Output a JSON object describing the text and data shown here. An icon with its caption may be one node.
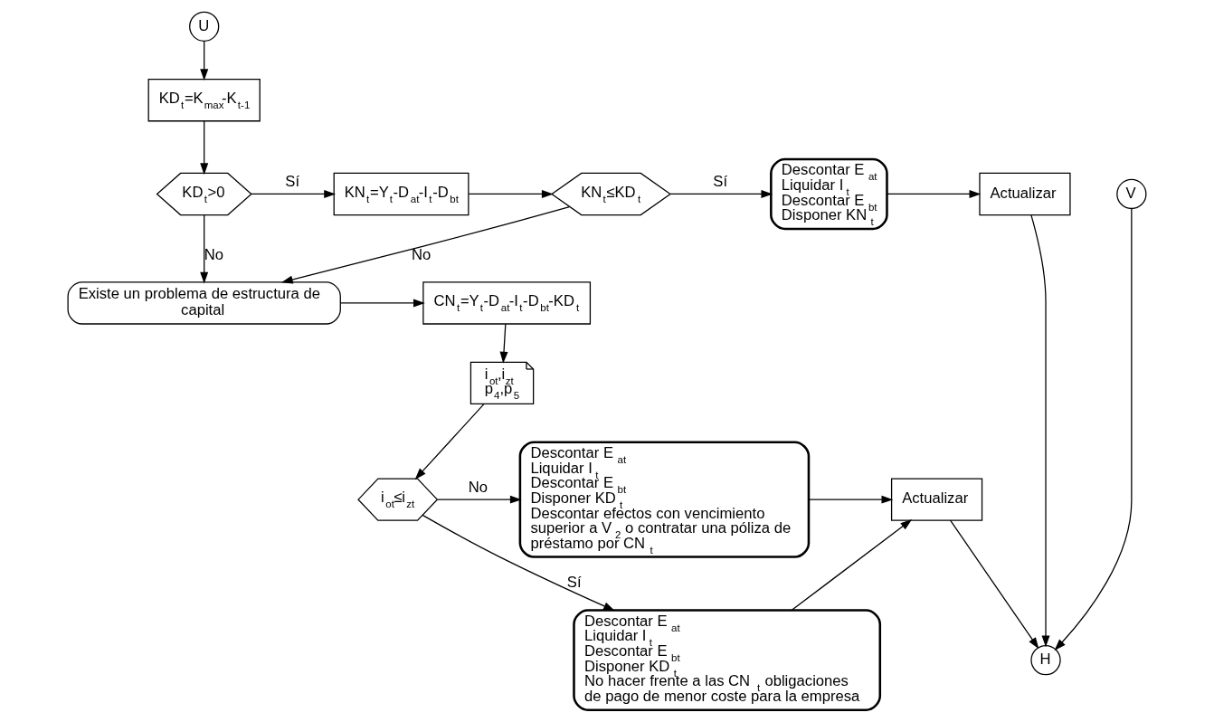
{
  "diagram": {
    "nodes": [
      {
        "text": [
          "U"
        ]
      },
      {
        "text": [
          "KD$_{t}$=K$_{max}$-K$_{t-1}$"
        ]
      },
      {
        "text": [
          "KD$_{t}$>0"
        ]
      },
      {
        "text": [
          "KN$_{t}$=Y$_{t}$-D$_{at}$-I$_{t}$-D$_{bt}$"
        ]
      },
      {
        "text": [
          "KN$_{t}$≤KD$_{t}$"
        ]
      },
      {
        "text": [
          "Descontar E$_{at}$",
          "Liquidar I$_{t}$",
          "Descontar E$_{bt}$",
          "Disponer KN$_{t}$"
        ]
      },
      {
        "text": [
          "Actualizar"
        ]
      },
      {
        "text": [
          "V"
        ]
      },
      {
        "text": [
          "Existe un problema de estructura de capital"
        ]
      },
      {
        "text": [
          "CN$_{t}$=Y$_{t}$-D$_{at}$-I$_{t}$-D$_{bt}$-KD$_{t}$"
        ]
      },
      {
        "text": [
          "i$_{ot}$,i$_{zt}$ p$_{4}$,p$_{5}$"
        ]
      },
      {
        "text": [
          "i$_{ot}$≤i$_{zt}$"
        ]
      },
      {
        "text": [
          "Descontar E$_{at}$",
          "Liquidar I$_{t}$",
          "Descontar E$_{bt}$",
          "Disponer KD$_{t}$",
          "Descontar efectos con vencimiento superior a V$_{2}$ o contratar una póliza de préstamo por CN$_{t}$"
        ]
      },
      {
        "text": [
          "Actualizar"
        ]
      },
      {
        "text": [
          "Descontar E$_{at}$",
          "Liquidar I$_{t}$",
          "Descontar E$_{bt}$",
          "Disponer KD$_{t}$",
          "No hacer frente a las CN$_{t}$ obligaciones de pago de menor coste para la empresa"
        ]
      },
      {
        "text": [
          "H"
        ]
      }
    ],
    "edges": [
      {
        "from": 0,
        "to": 1,
        "arrow": "to"
      },
      {
        "from": 1,
        "to": 2,
        "arrow": "to"
      },
      {
        "from": 2,
        "to": 3,
        "arrow": "to",
        "label": "Sí"
      },
      {
        "from": 3,
        "to": 4,
        "arrow": "to"
      },
      {
        "from": 4,
        "to": 5,
        "arrow": "to",
        "label": "Sí"
      },
      {
        "from": 5,
        "to": 6,
        "arrow": "to"
      },
      {
        "from": 6,
        "to": 15,
        "arrow": "to"
      },
      {
        "from": 7,
        "to": 15,
        "arrow": "to"
      },
      {
        "from": 2,
        "to": 8,
        "arrow": "to",
        "label": "No"
      },
      {
        "from": 4,
        "to": 8,
        "arrow": "to",
        "label": "No"
      },
      {
        "from": 8,
        "to": 9,
        "arrow": "to"
      },
      {
        "from": 9,
        "to": 10,
        "arrow": "to"
      },
      {
        "from": 10,
        "to": 11,
        "arrow": "to"
      },
      {
        "from": 11,
        "to": 12,
        "arrow": "to",
        "label": "No"
      },
      {
        "from": 11,
        "to": 14,
        "arrow": "to",
        "label": "Sí"
      },
      {
        "from": 12,
        "to": 13,
        "arrow": "to"
      },
      {
        "from": 14,
        "to": 13,
        "arrow": "to"
      },
      {
        "from": 13,
        "to": 15,
        "arrow": "to"
      }
    ]
  }
}
